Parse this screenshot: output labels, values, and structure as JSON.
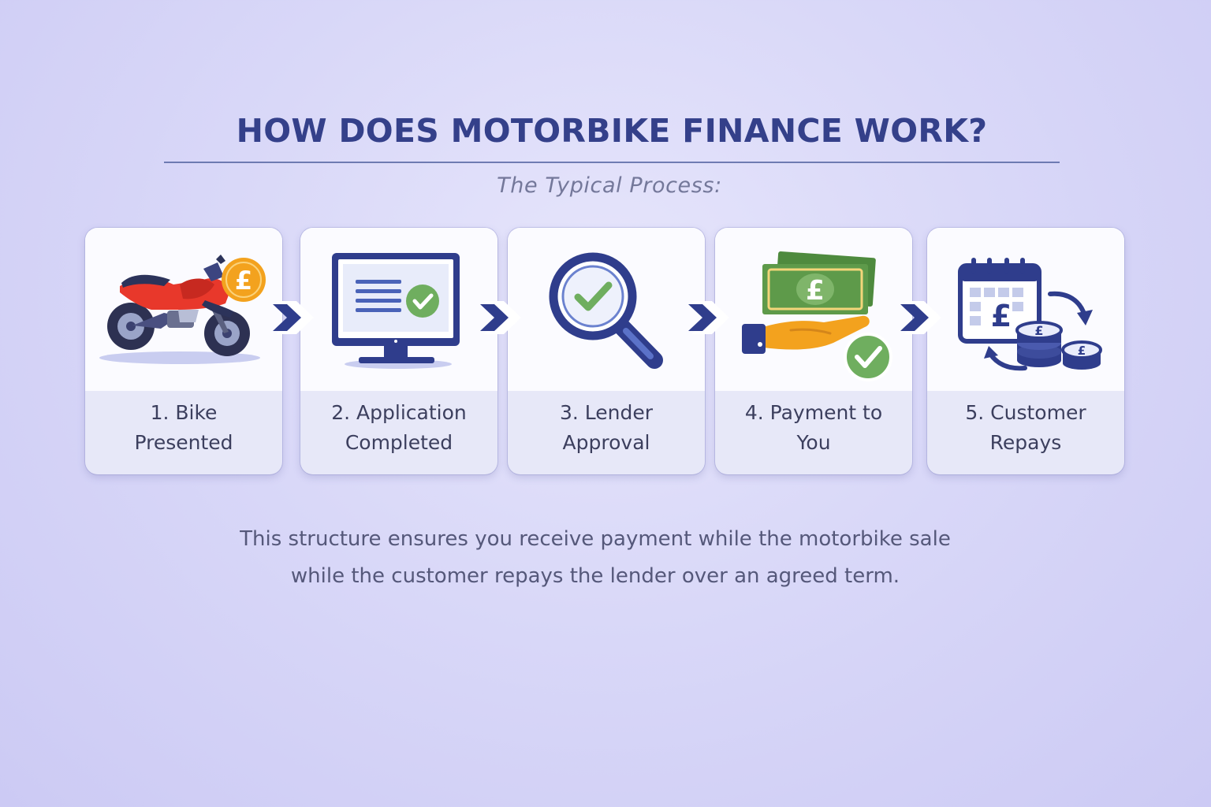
{
  "header": {
    "title": "HOW DOES MOTORBIKE FINANCE WORK?",
    "subtitle": "The Typical Process:"
  },
  "steps": [
    {
      "line1": "1. Bike",
      "line2": "Presented",
      "icon": "motorbike-icon"
    },
    {
      "line1": "2. Application",
      "line2": "Completed",
      "icon": "computer-check-icon"
    },
    {
      "line1": "3. Lender",
      "line2": "Approval",
      "icon": "magnifier-check-icon"
    },
    {
      "line1": "4. Payment to",
      "line2": "You",
      "icon": "cash-hand-icon"
    },
    {
      "line1": "5. Customer",
      "line2": "Repays",
      "icon": "calendar-coins-icon"
    }
  ],
  "footer": {
    "line1": "This structure ensures you receive payment while the motorbike sale",
    "line2": "while the customer repays the lender over an agreed term."
  },
  "icon_glyphs": {
    "currency": "£"
  },
  "colors": {
    "title": "#34408a",
    "navy": "#2f3d8c",
    "check_green": "#6fae5f",
    "coin_orange": "#f3a21e",
    "bike_red": "#e8382b",
    "cash_green": "#5e9a4a"
  }
}
